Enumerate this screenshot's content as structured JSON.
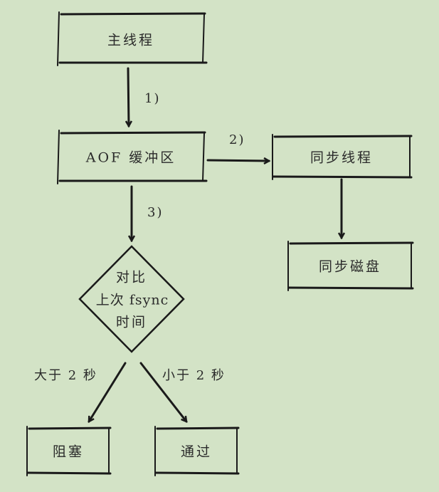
{
  "nodes": {
    "main_thread": "主线程",
    "aof_buffer": "AOF 缓冲区",
    "sync_thread": "同步线程",
    "sync_disk": "同步磁盘",
    "compare_line1": "对比",
    "compare_line2": "上次 fsync",
    "compare_line3": "时间",
    "block": "阻塞",
    "pass": "通过"
  },
  "edges": {
    "step1": "1)",
    "step2": "2)",
    "step3": "3)",
    "greater": "大于 2 秒",
    "less": "小于 2 秒"
  },
  "colors": {
    "background": "#d3e3c6",
    "stroke": "#1a1a1a"
  }
}
